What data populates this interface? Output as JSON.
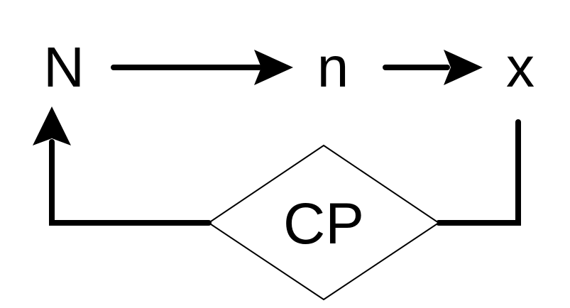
{
  "nodes": {
    "big_n": "N",
    "small_n": "n",
    "x": "x",
    "decision": "CP"
  },
  "colors": {
    "stroke": "#000000",
    "background": "#ffffff"
  }
}
